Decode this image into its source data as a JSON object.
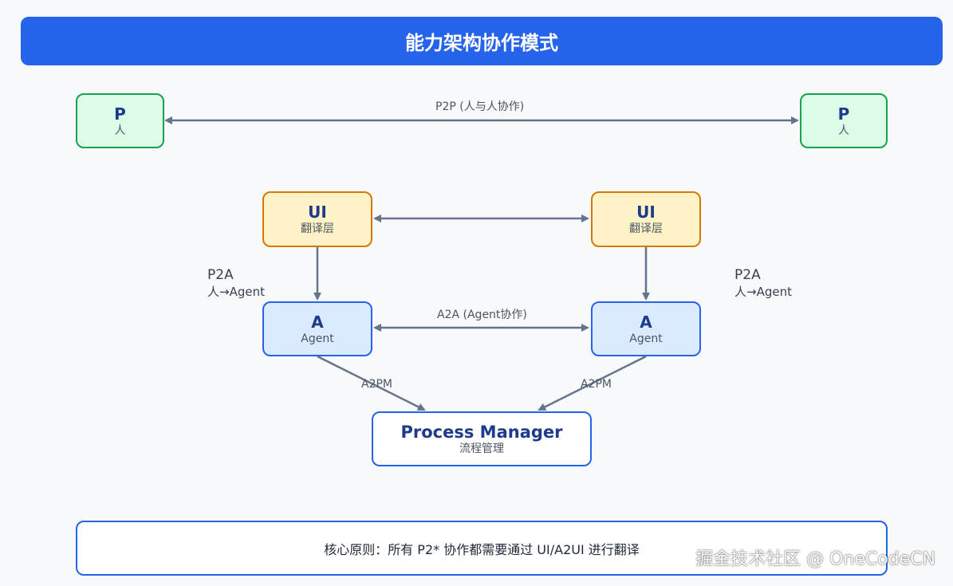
{
  "title": "能力架构协作模式",
  "colors": {
    "title_bg": "#2563eb",
    "person_fill": "#dcfce7",
    "person_border": "#16a34a",
    "ui_fill": "#fef3c7",
    "ui_border": "#d97706",
    "agent_fill": "#dbeafe",
    "agent_border": "#2563eb",
    "arrow": "#64748b"
  },
  "nodes": {
    "person_left": {
      "main": "P",
      "sub": "人"
    },
    "person_right": {
      "main": "P",
      "sub": "人"
    },
    "ui_left": {
      "main": "UI",
      "sub": "翻译层"
    },
    "ui_right": {
      "main": "UI",
      "sub": "翻译层"
    },
    "agent_left": {
      "main": "A",
      "sub": "Agent"
    },
    "agent_right": {
      "main": "A",
      "sub": "Agent"
    },
    "process_manager": {
      "main": "Process Manager",
      "sub": "流程管理"
    }
  },
  "edges": {
    "p2p": "P2P (人与人协作)",
    "a2a": "A2A (Agent协作)",
    "a2pm_left": "A2PM",
    "a2pm_right": "A2PM"
  },
  "side_labels": {
    "left": {
      "line1": "P2A",
      "line2": "人→Agent"
    },
    "right": {
      "line1": "P2A",
      "line2": "人→Agent"
    }
  },
  "principle": "核心原则：所有 P2* 协作都需要通过 UI/A2UI 进行翻译",
  "watermark": "掘金技术社区 @ OneCodeCN"
}
